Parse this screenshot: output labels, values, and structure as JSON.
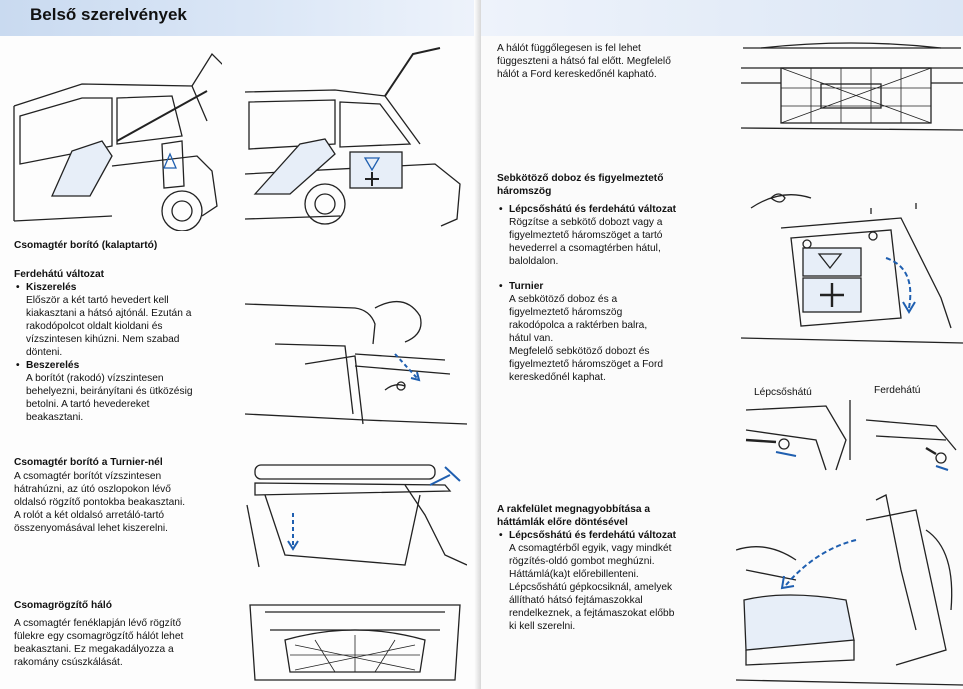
{
  "header": {
    "title": "Belső szerelvények"
  },
  "left": {
    "cover": {
      "heading": "Csomagtér borító (kalaptartó)"
    },
    "ferdehatu": {
      "heading": "Ferdehátú változat",
      "kiszereles": {
        "label": "Kiszerelés",
        "lines": [
          "Először a két tartó hevedert kell",
          "kiakasztani a hátsó ajtónál. Ezután a",
          "rakodópolcot oldalt kioldani és",
          "vízszintesen kihúzni. Nem szabad",
          "dönteni."
        ]
      },
      "beszereles": {
        "label": "Beszerelés",
        "lines": [
          "A borítót (rakodó) vízszintesen",
          "behelyezni, beirányítani és ütközésig",
          "betolni. A tartó hevedereket",
          "beakasztani."
        ]
      }
    },
    "turnier": {
      "heading": "Csomagtér borító a Turnier-nél",
      "lines": [
        "A csomagtér borítót vízszintesen",
        "hátrahúzni, az útó oszlopokon lévő",
        "oldalsó rögzítő pontokba beakasztani.",
        "A rolót a két oldalsó arretáló-tartó",
        "összenyomásával lehet kiszerelni."
      ]
    },
    "net": {
      "heading": "Csomagrögzítő háló",
      "lines": [
        "A csomagtér fenéklapján lévő rögzítő",
        "fülekre egy csomagrögzítő hálót lehet",
        "beakasztani. Ez megakadályozza a",
        "rakomány csúszkálását."
      ]
    }
  },
  "right": {
    "intro": {
      "lines": [
        "A hálót függőlegesen is fel lehet",
        "függeszteni a hátsó fal előtt. Megfelelő",
        "hálót a Ford kereskedőnél kapható."
      ]
    },
    "firstaid": {
      "heading_lines": [
        "Sebkötöző doboz és figyelmeztető",
        "háromszög"
      ],
      "variant1": {
        "label": "Lépcsőshátú és ferdehátú változat",
        "lines": [
          "Rögzítse a sebkötő dobozt vagy a",
          "figyelmeztető háromszöget a tartó",
          "hevederrel  a csomagtérben hátul,",
          "baloldalon."
        ]
      },
      "variant2": {
        "label": "Turnier",
        "lines": [
          "A sebkötöző doboz és a",
          "figyelmeztető háromszög",
          "rakodópolca a raktérben balra,",
          "hátul van.",
          "Megfelelő sebkötöző dobozt és",
          "figyelmeztető háromszöget a Ford",
          "kereskedőnél kaphat."
        ]
      }
    },
    "captions": {
      "lepcsos": "Lépcsőshátú",
      "ferde": "Ferdehátú"
    },
    "loadspace": {
      "heading_lines": [
        "A rakfelület megnagyobbítása a",
        "háttámlák előre döntésével"
      ],
      "variant": {
        "label": "Lépcsőshátú és ferdehátú változat",
        "lines": [
          "A csomagtérből egyik, vagy mindkét",
          "rögzítés-oldó gombot meghúzni.",
          "Háttámlá(ka)t előrebillenteni.",
          "Lépcsőshátú gépkocsiknál, amelyek",
          "állítható hátsó fejtámaszokkal",
          "rendelkeznek, a fejtámaszokat előbb",
          "ki kell szerelni."
        ]
      }
    }
  },
  "colors": {
    "arrow": "#1f5fb0",
    "line": "#222222",
    "header": "#c9daf0"
  },
  "icons": [
    "first-aid-icon",
    "warning-triangle-icon",
    "arrow-icon"
  ]
}
